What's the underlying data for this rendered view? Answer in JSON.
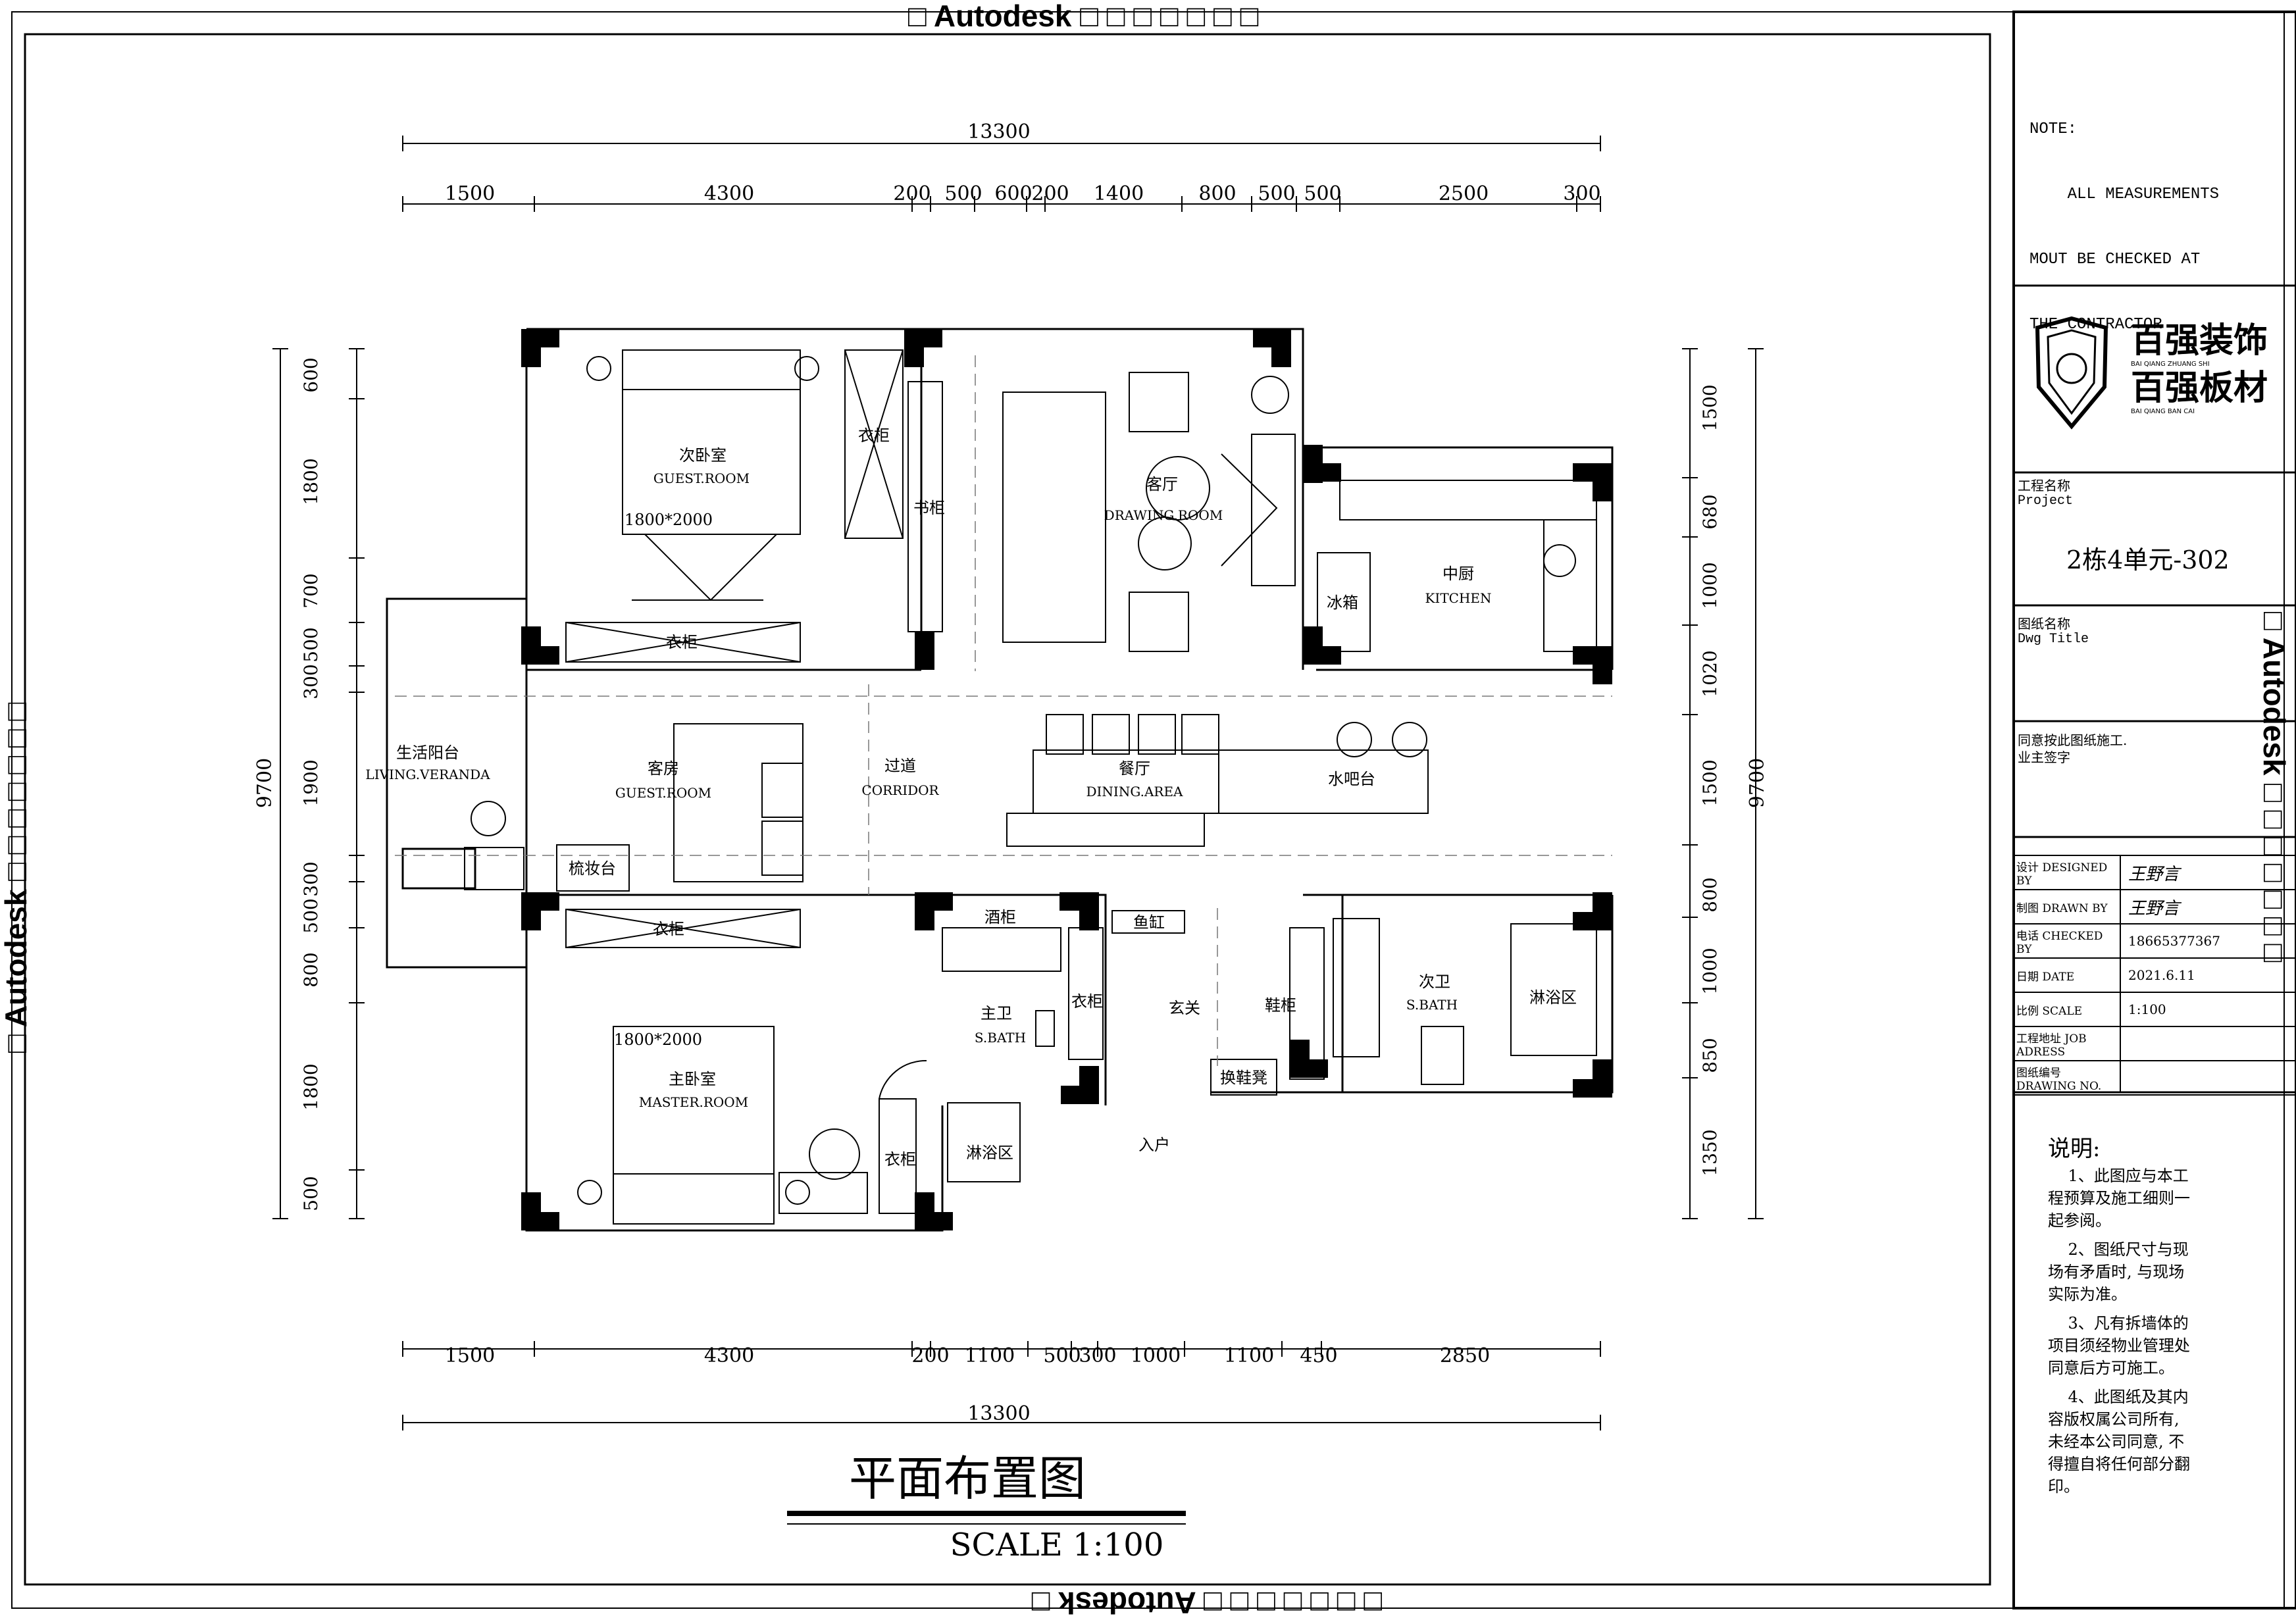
{
  "watermark": {
    "top": "□ Autodesk □ □ □ □ □ □ □",
    "bottom": "□ □ □ □ □ □ □ Autodesk □",
    "left": "□ Autodesk □ □ □ □ □ □ □",
    "right": "□ Autodesk □ □ □ □ □ □ □"
  },
  "dimensions": {
    "top_total": "13300",
    "top": [
      "1500",
      "4300",
      "200",
      "500",
      "600",
      "200",
      "1400",
      "800",
      "500",
      "500",
      "2500",
      "300"
    ],
    "bottom_total": "13300",
    "bottom": [
      "1500",
      "4300",
      "200",
      "1100",
      "500",
      "300",
      "1000",
      "1100",
      "450",
      "2850"
    ],
    "left_total": "9700",
    "left": [
      "600",
      "1800",
      "700",
      "500",
      "300",
      "1900",
      "300",
      "500",
      "800",
      "1800",
      "500"
    ],
    "right_total": "9700",
    "right": [
      "1500",
      "680",
      "1000",
      "1020",
      "1500",
      "800",
      "1000",
      "850",
      "1350"
    ]
  },
  "rooms": {
    "second_bedroom": {
      "cn": "次卧室",
      "en": "GUEST.ROOM",
      "bed": "1800*2000"
    },
    "living": {
      "cn": "客厅",
      "en": "DRAWING.ROOM"
    },
    "kitchen": {
      "cn": "中厨",
      "en": "KITCHEN"
    },
    "veranda": {
      "cn": "生活阳台",
      "en": "LIVING.VERANDA"
    },
    "guest": {
      "cn": "客房",
      "en": "GUEST.ROOM"
    },
    "corridor": {
      "cn": "过道",
      "en": "CORRIDOR"
    },
    "dining": {
      "cn": "餐厅",
      "en": "DINING.AREA"
    },
    "water_bar": "水吧台",
    "master_bedroom": {
      "cn": "主卧室",
      "en": "MASTER.ROOM",
      "bed": "1800*2000"
    },
    "master_bath": {
      "cn": "主卫",
      "en": "S.BATH"
    },
    "second_bath": {
      "cn": "次卫",
      "en": "S.BATH"
    },
    "foyer": "玄关",
    "entry": "入户"
  },
  "fixtures": {
    "wardrobe": "衣柜",
    "bookcase": "书柜",
    "fridge": "冰箱",
    "dresser": "梳妆台",
    "wine_cabinet": "酒柜",
    "fish_tank": "鱼缸",
    "shoe_cabinet": "鞋柜",
    "shoe_bench": "换鞋凳",
    "shower": "淋浴区"
  },
  "drawing_title": "平面布置图",
  "scale": "SCALE 1:100",
  "title_block": {
    "note_lines": [
      "NOTE:",
      "    ALL MEASUREMENTS",
      "MOUT BE CHECKED AT",
      "THE CONTRACTOR"
    ],
    "logo_line1": "百强装饰",
    "logo_pinyin1": "BAI  QIANG  ZHUANG  SHI",
    "logo_line2": "百强板材",
    "logo_pinyin2": "BAI  QIANG  BAN  CAI",
    "project_label_cn": "工程名称",
    "project_label_en": "Project",
    "project_value": "2栋4单元-302",
    "dwg_label_cn": "图纸名称",
    "dwg_label_en": "Dwg Title",
    "approval_line1": "同意按此图纸施工.",
    "approval_line2": "业主签字",
    "rows": [
      {
        "label": "设计  DESIGNED BY",
        "value": "王野言"
      },
      {
        "label": "制图  DRAWN BY",
        "value": "王野言"
      },
      {
        "label": "电话  CHECKED BY",
        "value": "18665377367"
      },
      {
        "label": "日期  DATE",
        "value": "2021.6.11"
      },
      {
        "label": "比例  SCALE",
        "value": "1:100"
      },
      {
        "label": "工程地址 JOB ADRESS",
        "value": ""
      },
      {
        "label": "图纸编号 DRAWING NO.",
        "value": ""
      }
    ],
    "notes_title": "说明:",
    "notes": [
      [
        "    1、此图应与本工",
        "程预算及施工细则一",
        "起参阅。"
      ],
      [
        "    2、图纸尺寸与现",
        "场有矛盾时, 与现场",
        "实际为准。"
      ],
      [
        "    3、凡有拆墙体的",
        "项目须经物业管理处",
        "同意后方可施工。"
      ],
      [
        "    4、此图纸及其内",
        "容版权属公司所有,",
        "未经本公司同意, 不",
        "得擅自将任何部分翻",
        "印。"
      ]
    ]
  }
}
